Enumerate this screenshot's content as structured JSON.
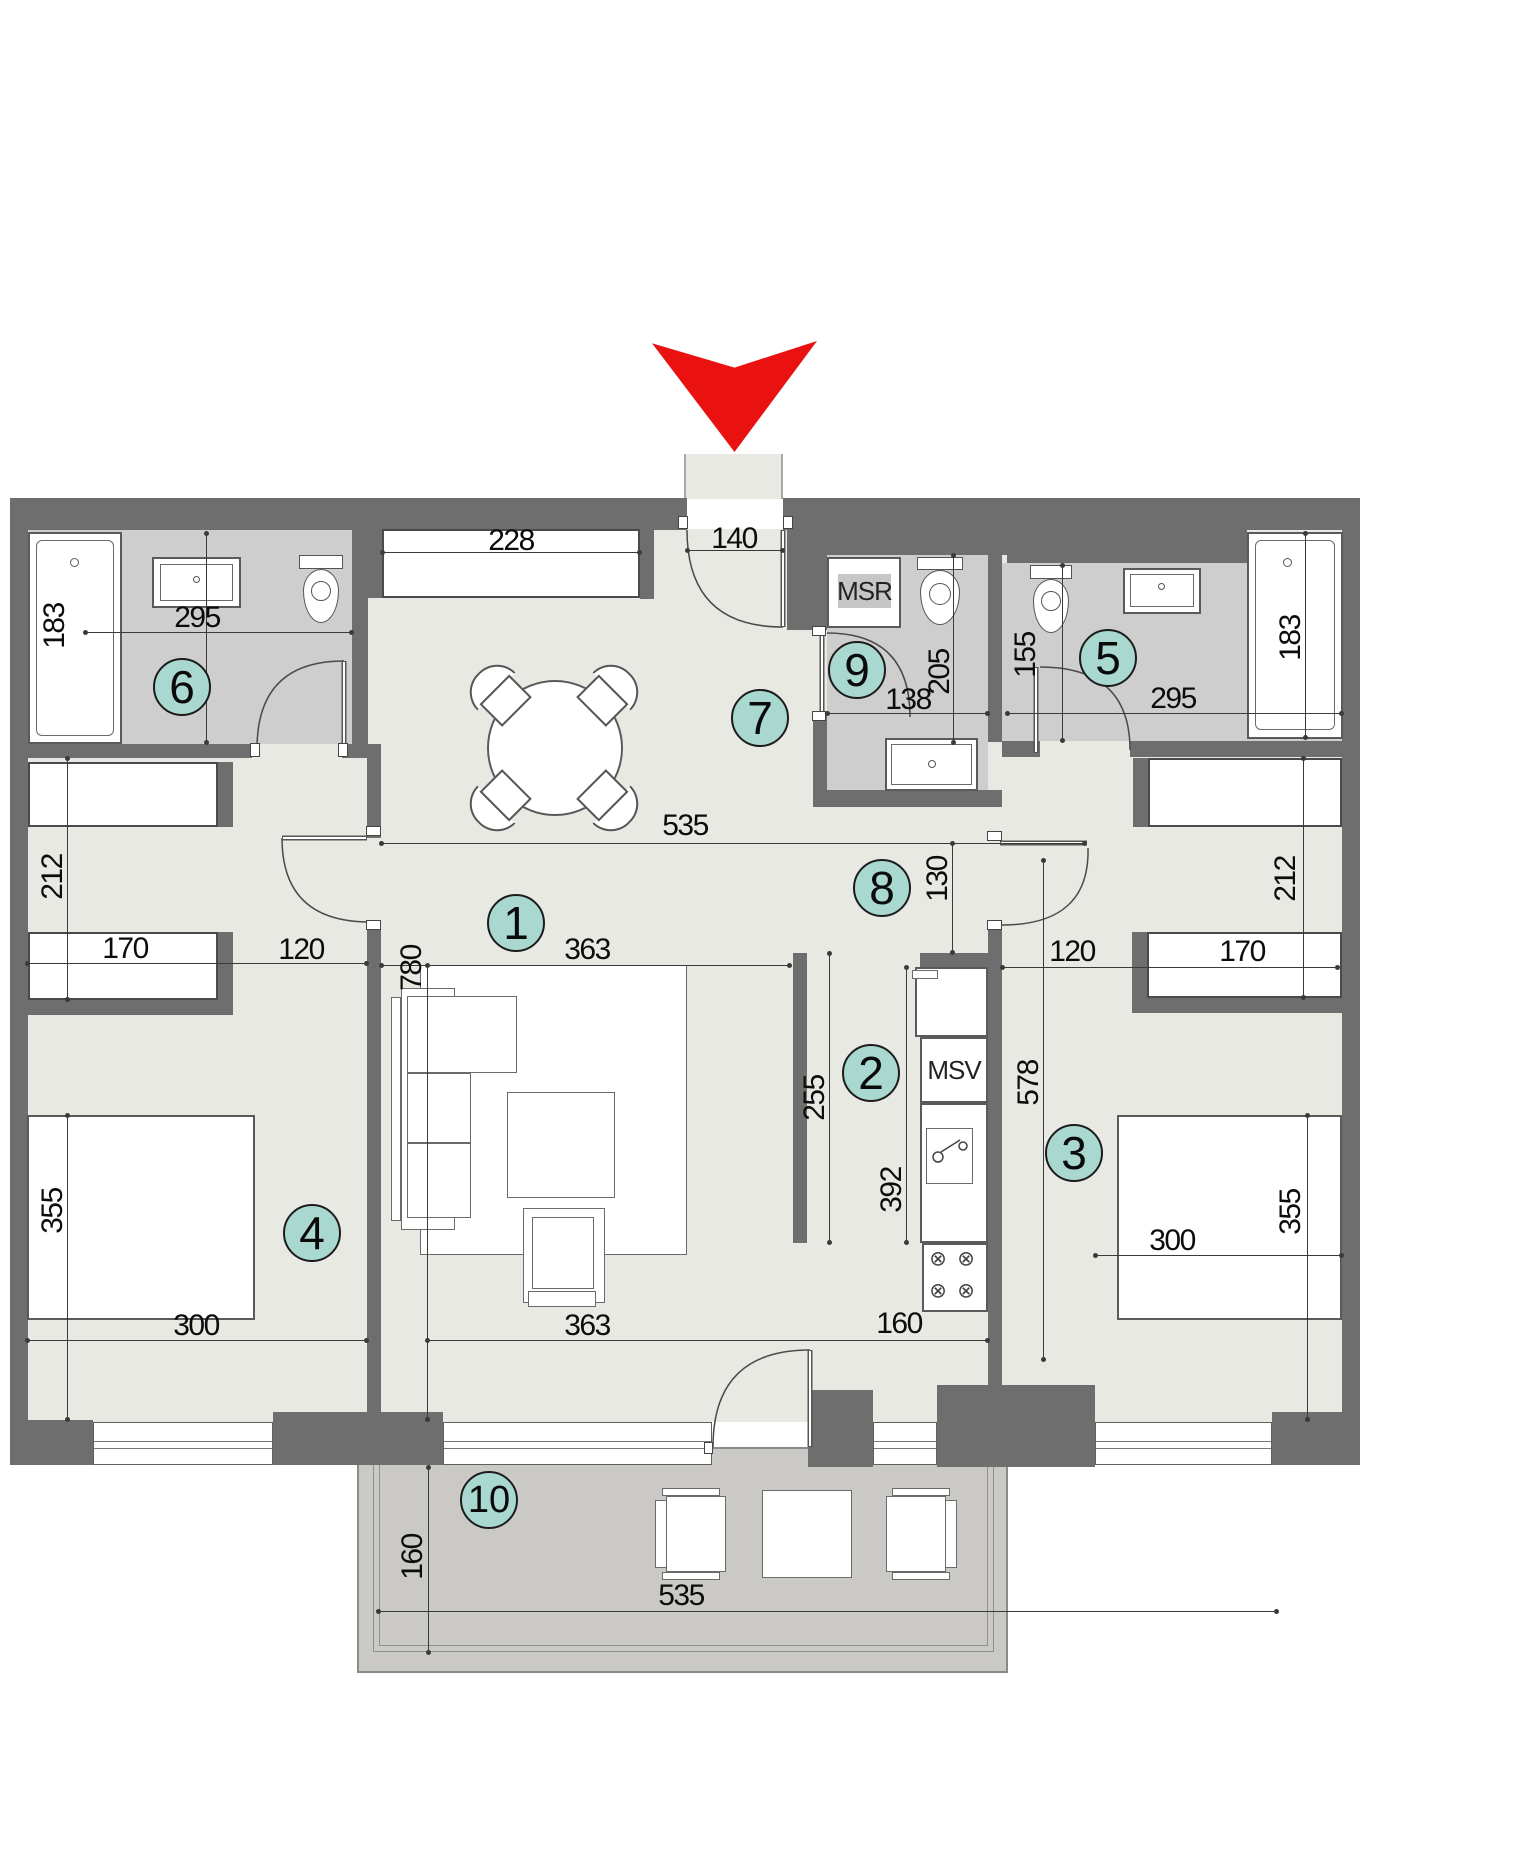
{
  "rooms": {
    "r1": "1",
    "r2": "2",
    "r3": "3",
    "r4": "4",
    "r5": "5",
    "r6": "6",
    "r7": "7",
    "r8": "8",
    "r9": "9",
    "r10": "10"
  },
  "equipment": {
    "msr": "MSR",
    "msv": "MSV"
  },
  "dims": {
    "closet_top": "228",
    "entrance": "140",
    "bath6_width": "295",
    "bath6_tub": "183",
    "room9_width": "138",
    "room9_depth": "205",
    "bath5_door": "155",
    "bath5_width": "295",
    "bath5_tub": "183",
    "hall_width": "535",
    "nook_left_depth": "212",
    "nook_left_closet": "170",
    "nook_left_door": "120",
    "nook_right_door": "120",
    "nook_right_closet": "170",
    "nook_right_depth": "212",
    "rug_width_top": "363",
    "living_depth": "780",
    "hall_kitchen": "130",
    "tv_length": "255",
    "kitchen_depth": "392",
    "bedroom3_depth": "578",
    "bed4_depth": "355",
    "bed4_width": "300",
    "bed3_depth": "355",
    "bed3_width": "300",
    "rug_width_bottom": "363",
    "kitchen_width": "160",
    "balcony_depth": "160",
    "balcony_width": "535"
  }
}
